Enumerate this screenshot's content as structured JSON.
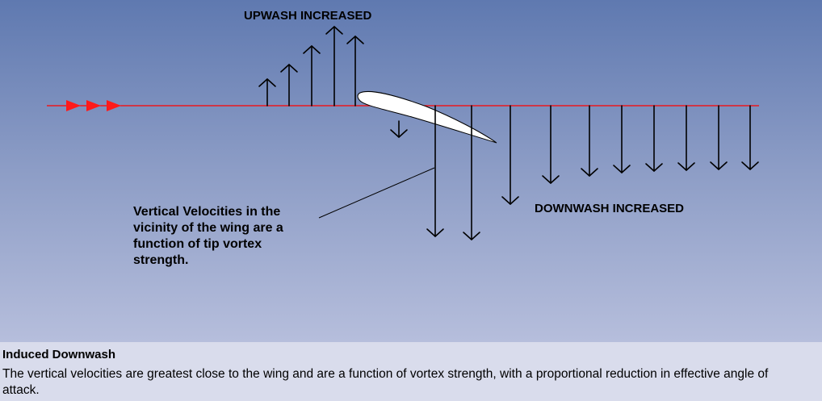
{
  "diagram": {
    "upwash_label": "UPWASH INCREASED",
    "downwash_label": "DOWNWASH INCREASED",
    "velocity_note": "Vertical Velocities in the\nvicinity of the wing are a\nfunction of tip vortex\nstrength.",
    "colors": {
      "airflow_line": "#ff0000",
      "airflow_arrows": "#ff1a1a",
      "velocity_arrows": "#000000",
      "airfoil_fill": "#ffffff"
    },
    "icons": [
      "airflow-arrowhead-icon",
      "upwash-arrow-icon",
      "downwash-arrow-icon",
      "airfoil-icon"
    ]
  },
  "caption": {
    "title": "Induced Downwash",
    "text": "The vertical velocities are greatest close to the wing and are a function of vortex strength, with a proportional reduction in effective angle of attack."
  }
}
